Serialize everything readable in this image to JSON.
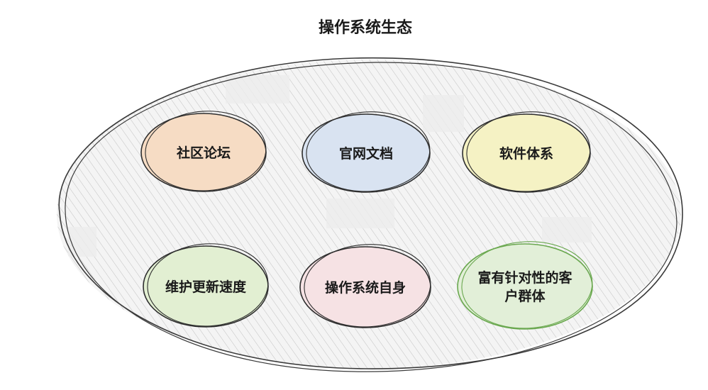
{
  "title": "操作系统生态",
  "colors": {
    "container_stroke": "#3a3a3a",
    "container_fill": "#f4f4f4",
    "hatch": "#c4c4c4",
    "text": "#1a1a1a"
  },
  "nodes": [
    {
      "id": "community-forum",
      "lines": [
        "社区论坛"
      ],
      "fill": "#f6dcc4",
      "stroke": "#2e2e2e"
    },
    {
      "id": "official-docs",
      "lines": [
        "官网文档"
      ],
      "fill": "#d9e3f1",
      "stroke": "#2e2e2e"
    },
    {
      "id": "software-system",
      "lines": [
        "软件体系"
      ],
      "fill": "#f5f2c4",
      "stroke": "#2e2e2e"
    },
    {
      "id": "update-speed",
      "lines": [
        "维护更新速度"
      ],
      "fill": "#e2efd2",
      "stroke": "#2e2e2e"
    },
    {
      "id": "os-itself",
      "lines": [
        "操作系统自身"
      ],
      "fill": "#f6e2e4",
      "stroke": "#2e2e2e"
    },
    {
      "id": "target-customers",
      "lines": [
        "富有针对性的客",
        "户群体"
      ],
      "fill": "#e2efd8",
      "stroke": "#6aa84f"
    }
  ]
}
